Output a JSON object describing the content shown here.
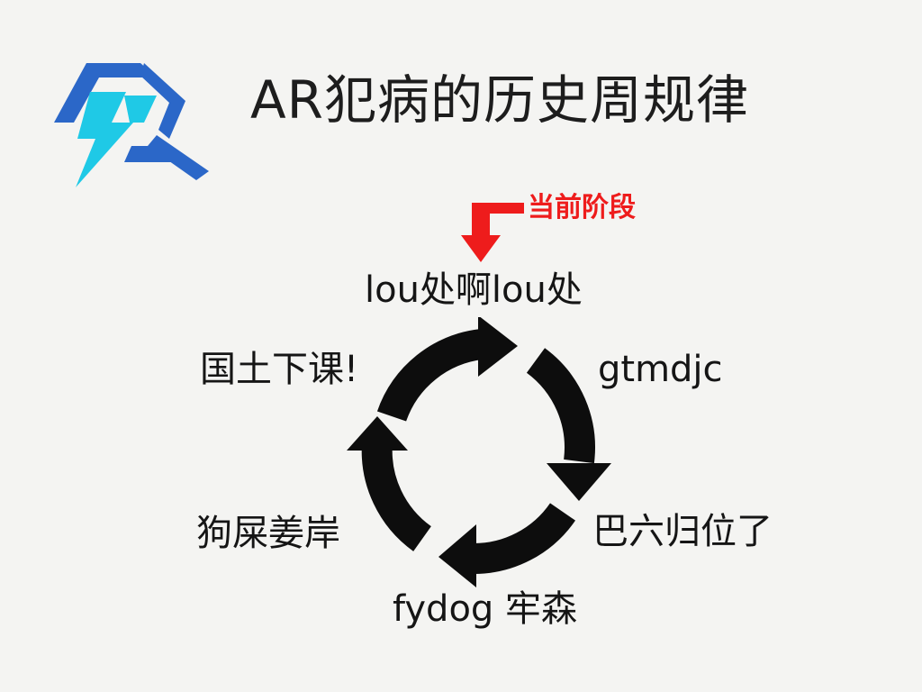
{
  "title": "AR犯病的历史周规律",
  "logo": {
    "icon": "lightning-p-logo",
    "colors": {
      "blue": "#2b67c8",
      "cyan": "#1fc9e6"
    }
  },
  "current_stage": {
    "label": "当前阶段",
    "color": "#ee1c1c"
  },
  "cycle": {
    "arrow_color": "#0d0d0d",
    "stages": [
      {
        "label": "lou处啊lou处"
      },
      {
        "label": "gtmdjc"
      },
      {
        "label": "巴六归位了"
      },
      {
        "label": "fydog 牢森"
      },
      {
        "label": "狗屎姜岸"
      },
      {
        "label": "国土下课!"
      }
    ]
  }
}
